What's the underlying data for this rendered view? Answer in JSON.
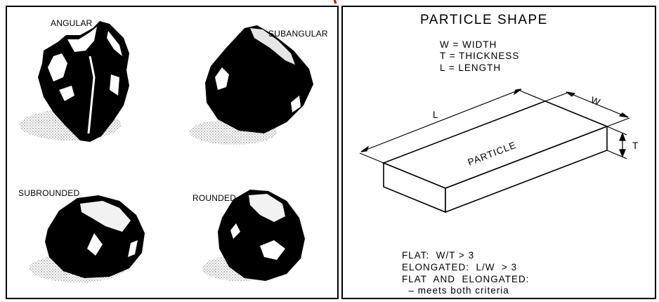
{
  "particle_roundness": {
    "labels": [
      "ANGULAR",
      "SUBANGULAR",
      "SUBROUNDED",
      "ROUNDED"
    ]
  },
  "particle_shape": {
    "title": "PARTICLE SHAPE",
    "definitions": [
      "W = WIDTH",
      "T = THICKNESS",
      "L = LENGTH"
    ],
    "dimension_labels": {
      "length": "L",
      "width": "W",
      "thickness": "T"
    },
    "particle_label": "PARTICLE",
    "criteria": [
      "FLAT:  W/T > 3",
      "ELONGATED:  L/W  > 3",
      "FLAT  AND  ELONGATED:",
      "  – meets both criteria"
    ]
  },
  "colors": {
    "ink": "#000000",
    "background": "#ffffff",
    "accent_mark": "#cc0000"
  }
}
